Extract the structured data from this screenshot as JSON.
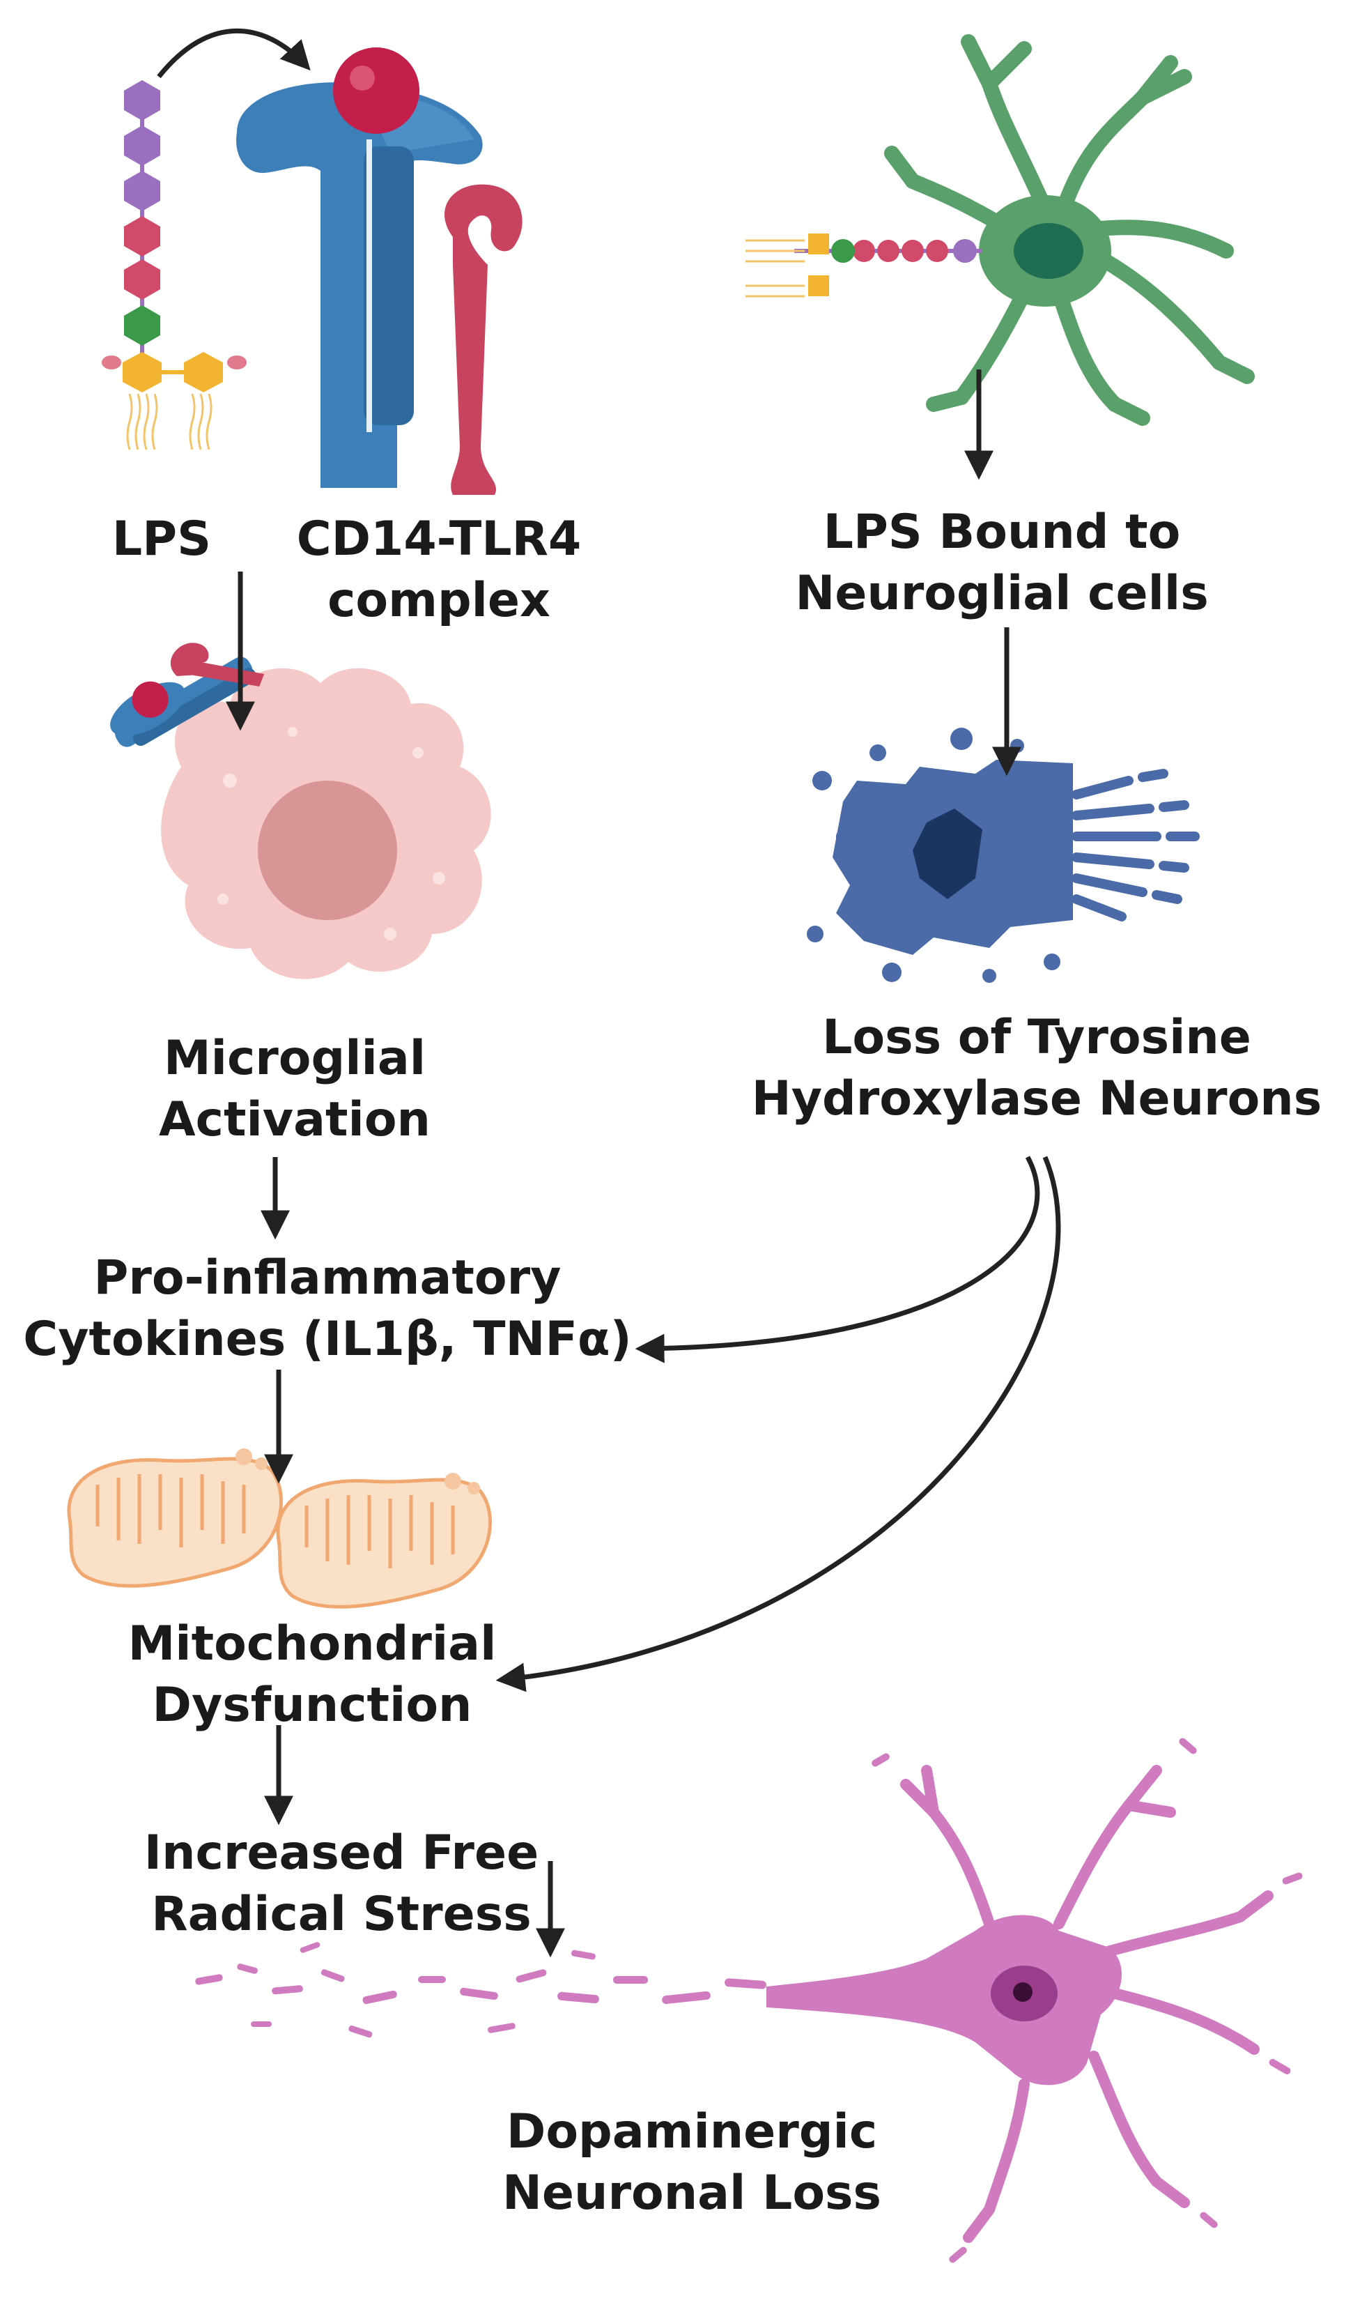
{
  "labels": {
    "lps": "LPS",
    "cd14_line1": "CD14-TLR4",
    "cd14_line2": "complex",
    "bound_line1": "LPS Bound to",
    "bound_line2": "Neuroglial cells",
    "microglial_line1": "Microglial",
    "microglial_line2": "Activation",
    "loss_th_line1": "Loss of Tyrosine",
    "loss_th_line2": "Hydroxylase Neurons",
    "cytokines_line1": "Pro-inflammatory",
    "cytokines_line2": "Cytokines (IL1β, TNFα)",
    "mito_line1": "Mitochondrial",
    "mito_line2": "Dysfunction",
    "radical_line1": "Increased Free",
    "radical_line2": "Radical Stress",
    "dopa_line1": "Dopaminergic",
    "dopa_line2": "Neuronal Loss"
  },
  "colors": {
    "receptor_blue": "#3d7fb8",
    "receptor_dark": "#2f6a9e",
    "receptor_red": "#c8445e",
    "lps_purple": "#9b6fc0",
    "lps_pink": "#d24a6a",
    "lps_green": "#3a9a4a",
    "lps_yellow": "#f2b431",
    "astrocyte_green": "#5aa06a",
    "astrocyte_nucleus": "#1f6e54",
    "microglia_pink": "#f6c9c9",
    "microglia_nucleus": "#d99595",
    "neuron_dead_blue": "#4a6aa8",
    "mito_orange": "#f3b68a",
    "neuron_purple": "#d07ac0",
    "arrow": "#222222"
  }
}
